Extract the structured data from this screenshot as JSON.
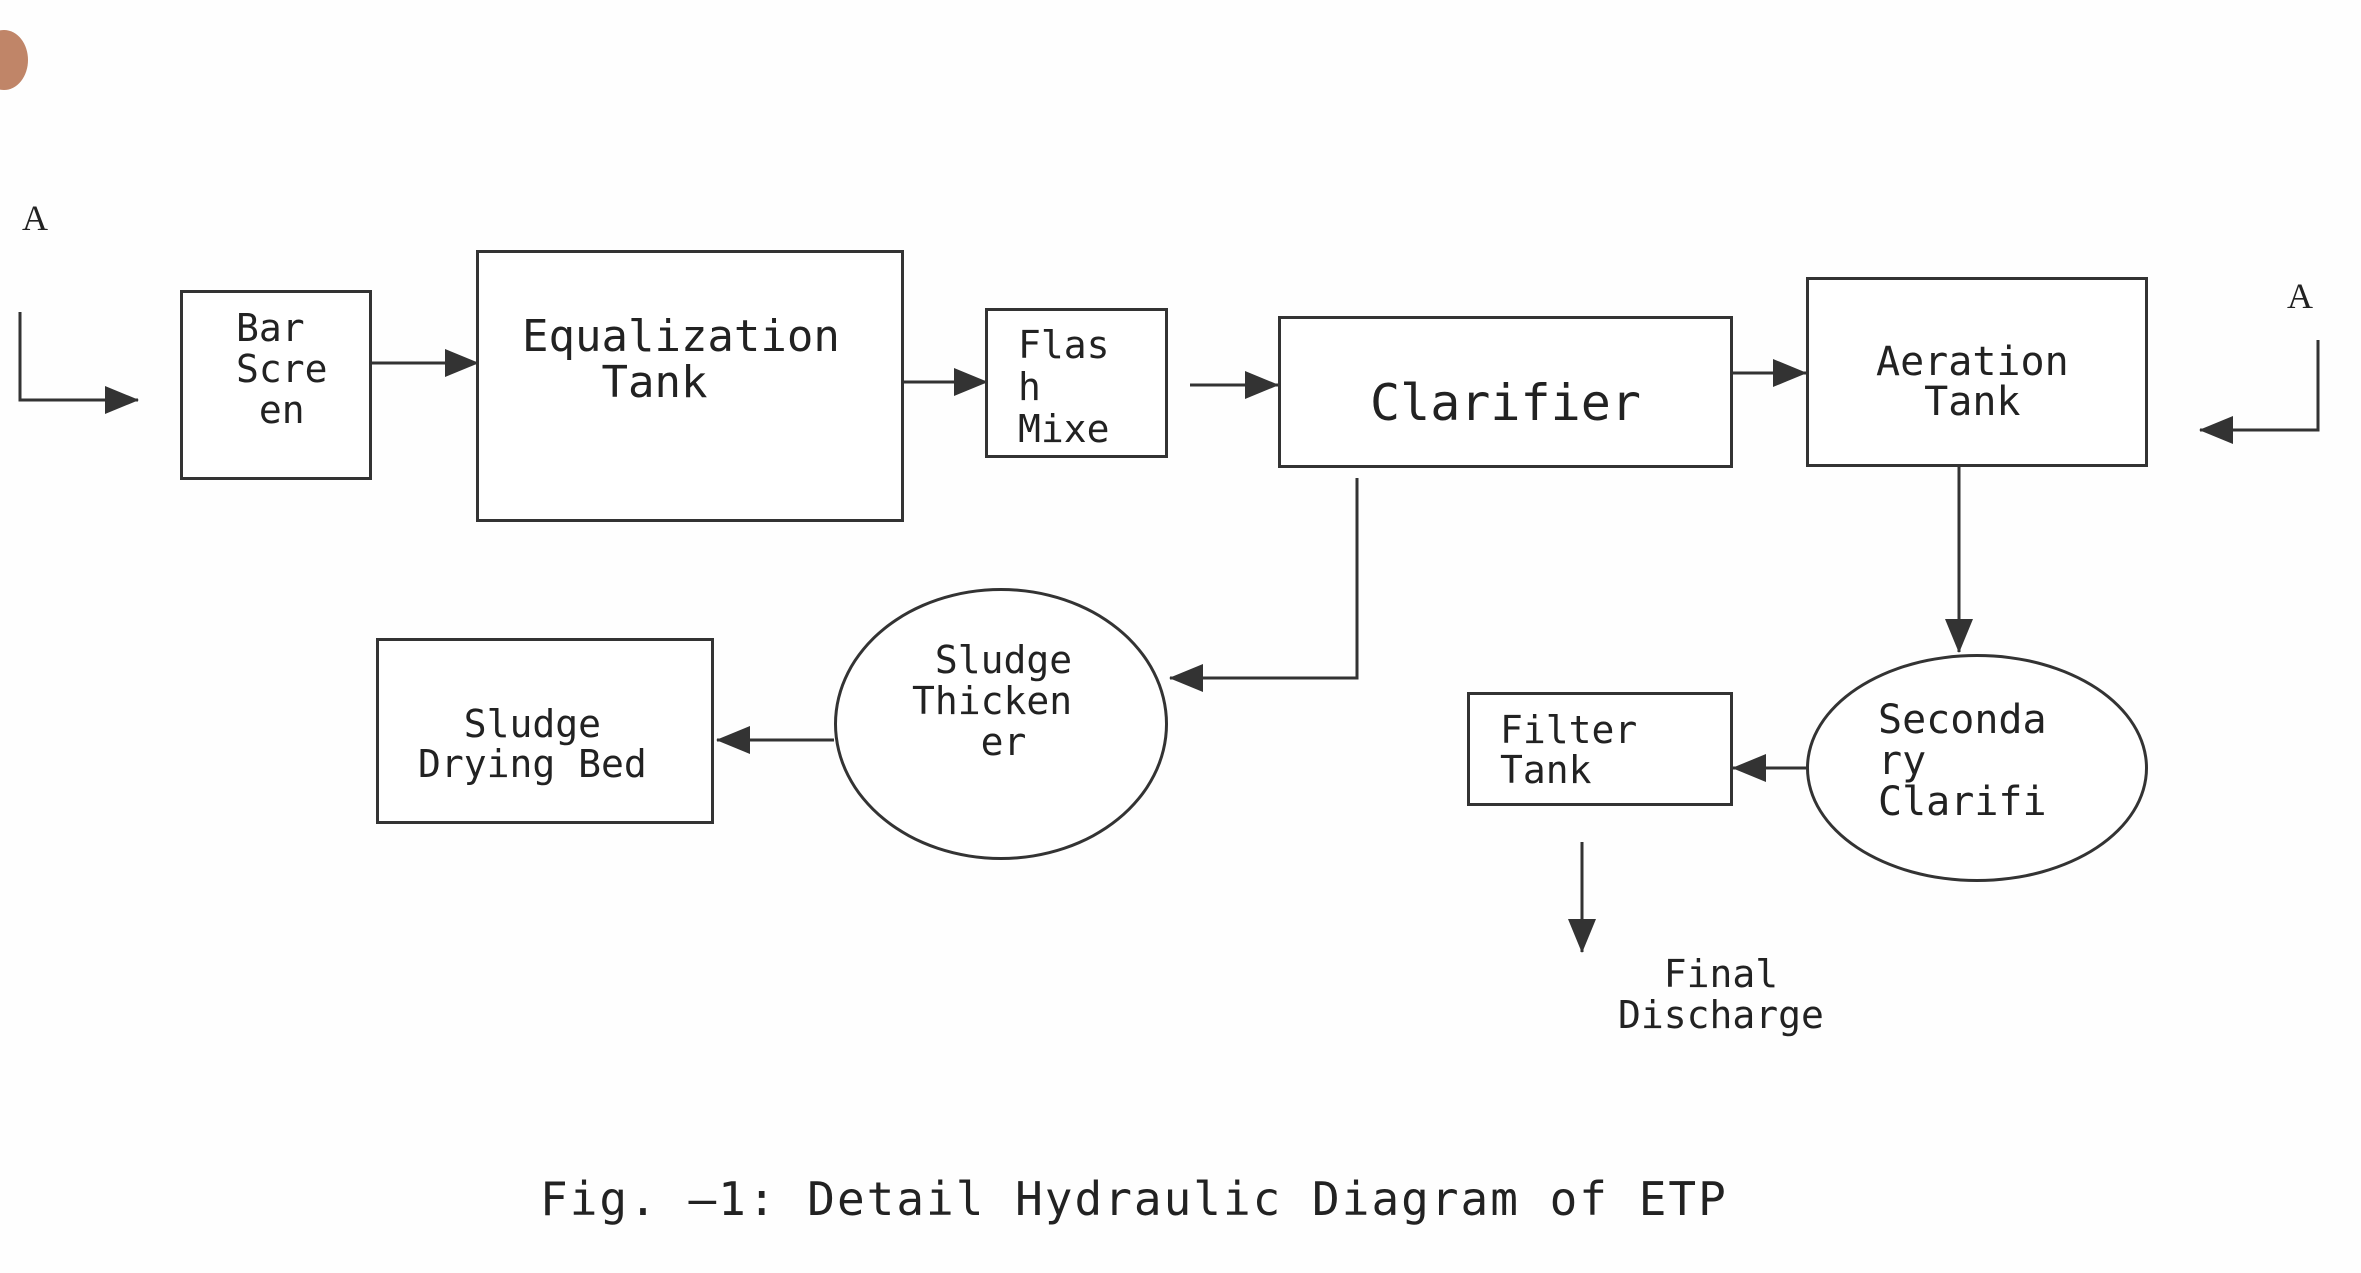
{
  "connector_labels": {
    "left": "A",
    "right": "A"
  },
  "nodes": {
    "bar_screen": [
      "Bar",
      "Scre",
      "en"
    ],
    "equalization_tank": [
      "Equalization",
      "Tank"
    ],
    "flash_mixer": [
      "Flas",
      "h",
      "Mixe"
    ],
    "clarifier": [
      "Clarifier"
    ],
    "aeration_tank": [
      "Aeration",
      "Tank"
    ],
    "sludge_thickener": [
      "Sludge",
      "Thicken",
      "er"
    ],
    "sludge_drying_bed": [
      "Sludge",
      "Drying Bed"
    ],
    "secondary_clarifier": [
      "Seconda",
      "ry",
      "Clarifi"
    ],
    "filter_tank": [
      "Filter",
      "Tank"
    ],
    "final_discharge": [
      "Final",
      "Discharge"
    ]
  },
  "caption": "Fig. –1: Detail Hydraulic Diagram of ETP",
  "colors": {
    "line": "#333333",
    "text": "#222222",
    "stain": "#b5704e"
  }
}
